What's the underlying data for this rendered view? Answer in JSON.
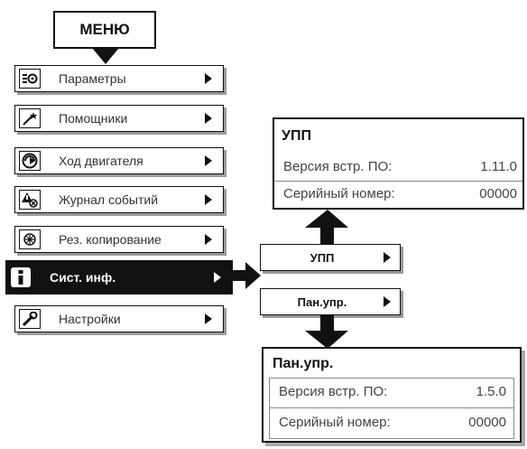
{
  "menu": {
    "title": "МЕНЮ",
    "items": [
      {
        "label": "Параметры",
        "icon": "parameters-icon"
      },
      {
        "label": "Помощники",
        "icon": "wizard-icon"
      },
      {
        "label": "Ход двигателя",
        "icon": "motor-run-icon"
      },
      {
        "label": "Журнал событий",
        "icon": "event-log-icon"
      },
      {
        "label": "Рез. копирование",
        "icon": "backup-icon"
      },
      {
        "label": "Сист. инф.",
        "icon": "info-icon",
        "active": true
      },
      {
        "label": "Настройки",
        "icon": "wrench-icon"
      }
    ]
  },
  "upp_button": {
    "label": "УПП"
  },
  "panel_button": {
    "label": "Пан.упр."
  },
  "upp_panel": {
    "title": "УПП",
    "rows": [
      {
        "label": "Версия встр. ПО:",
        "value": "1.11.0"
      },
      {
        "label": "Серийный номер:",
        "value": "00000"
      }
    ]
  },
  "control_panel": {
    "title": "Пан.упр.",
    "rows": [
      {
        "label": "Версия встр. ПО:",
        "value": "1.5.0"
      },
      {
        "label": "Серийный номер:",
        "value": "00000"
      }
    ]
  },
  "colors": {
    "ink": "#111111",
    "shadow": "#9a9a9a",
    "active_bg": "#111111"
  }
}
